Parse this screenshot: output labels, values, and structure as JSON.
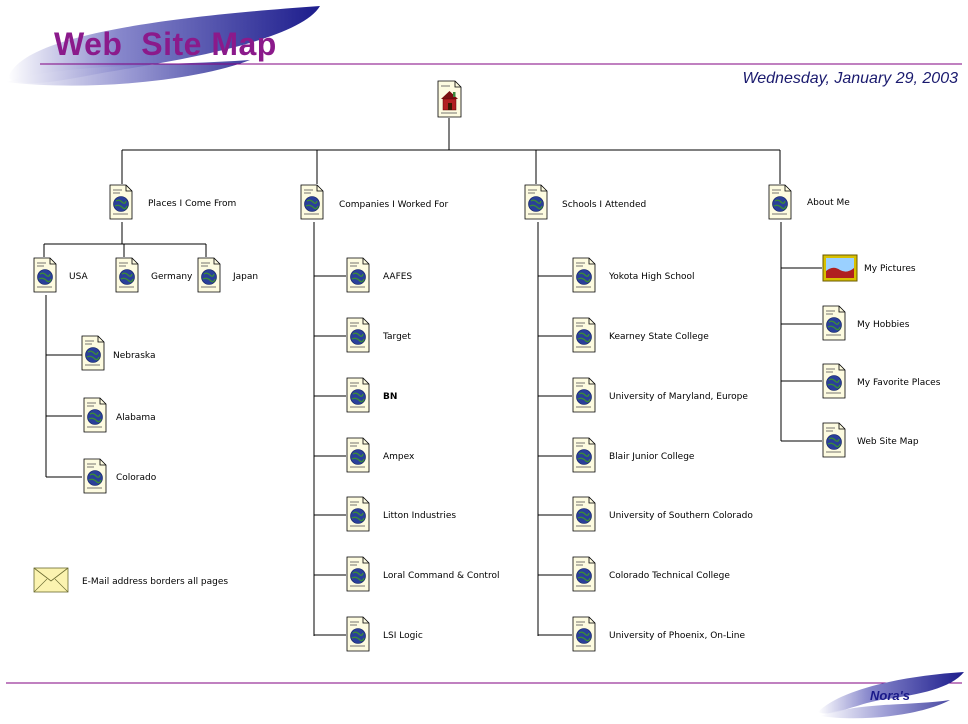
{
  "header": {
    "title": "Web  Site Map",
    "date": "Wednesday, January 29, 2003"
  },
  "footer": {
    "brand": "Nora's"
  },
  "colors": {
    "accent_purple": "#8b1a8b",
    "swoosh_blue": "#2a2a9a",
    "rule": "#800080",
    "line": "#000000"
  },
  "root": {
    "icon": "home-page-icon"
  },
  "branches": [
    {
      "label": "Places I Come From",
      "children": [
        "USA",
        "Germany",
        "Japan"
      ],
      "grandchildren": [
        "Nebraska",
        "Alabama",
        "Colorado"
      ]
    },
    {
      "label": "Companies I Worked For",
      "children": [
        "AAFES",
        "Target",
        "BN",
        "Ampex",
        "Litton Industries",
        "Loral Command & Control",
        "LSI Logic"
      ]
    },
    {
      "label": "Schools  I  Attended",
      "children": [
        "Yokota High School",
        "Kearney State College",
        "University of Maryland, Europe",
        "Blair Junior College",
        "University of Southern Colorado",
        "Colorado Technical College",
        "University of Phoenix, On-Line"
      ]
    },
    {
      "label": "About Me",
      "children": [
        "My Pictures",
        "My Hobbies",
        "My Favorite Places",
        "Web Site Map"
      ]
    }
  ],
  "legend": {
    "email_note": "E-Mail address borders all pages"
  }
}
